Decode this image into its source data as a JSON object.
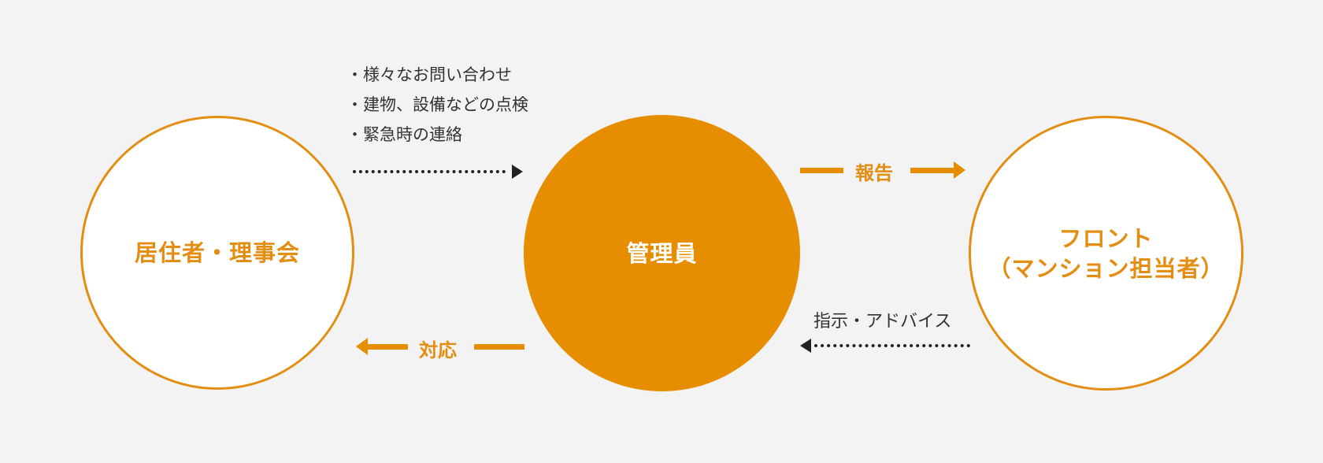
{
  "colors": {
    "background": "#f3f3f3",
    "accent": "#e68e00",
    "text": "#333333",
    "circle_fill": "#ffffff"
  },
  "nodes": {
    "left": {
      "label": "居住者・理事会"
    },
    "center": {
      "label": "管理員"
    },
    "right": {
      "label_line1": "フロント",
      "label_line2": "（マンション担当者）"
    }
  },
  "flows": {
    "left_to_center": {
      "style": "dotted-dark",
      "items": [
        "・様々なお問い合わせ",
        "・建物、設備などの点検",
        "・緊急時の連絡"
      ]
    },
    "center_to_right": {
      "style": "solid-orange",
      "label": "報告"
    },
    "right_to_center": {
      "style": "dotted-dark",
      "label": "指示・アドバイス"
    },
    "center_to_left": {
      "style": "solid-orange",
      "label": "対応"
    }
  }
}
